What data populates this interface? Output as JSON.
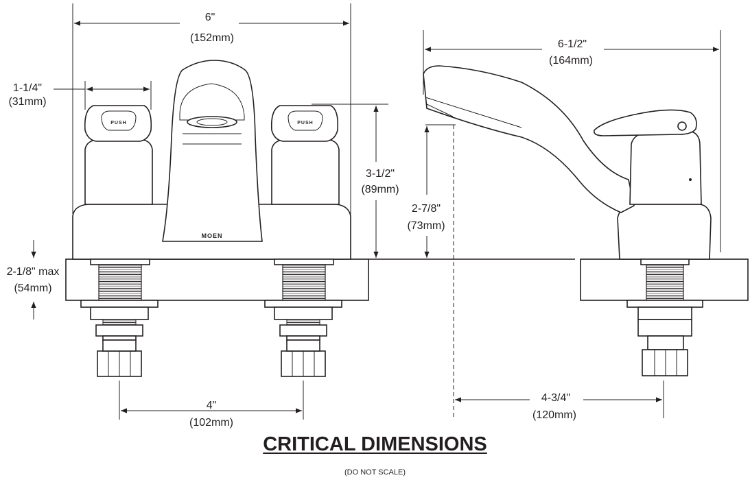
{
  "title": "CRITICAL DIMENSIONS",
  "subtitle": "(DO NOT SCALE)",
  "brand": "MOEN",
  "handle_label": "PUSH",
  "dimensions": {
    "overall_width": {
      "imperial": "6\"",
      "metric": "(152mm)"
    },
    "handle_width": {
      "imperial": "1-1/4\"",
      "metric": "(31mm)"
    },
    "height": {
      "imperial": "3-1/2\"",
      "metric": "(89mm)"
    },
    "deck_thickness": {
      "imperial": "2-1/8\" max",
      "metric": "(54mm)"
    },
    "center_spacing": {
      "imperial": "4\"",
      "metric": "(102mm)"
    },
    "spout_reach": {
      "imperial": "6-1/2\"",
      "metric": "(164mm)"
    },
    "spout_height": {
      "imperial": "2-7/8\"",
      "metric": "(73mm)"
    },
    "outlet_offset": {
      "imperial": "4-3/4\"",
      "metric": "(120mm)"
    }
  }
}
